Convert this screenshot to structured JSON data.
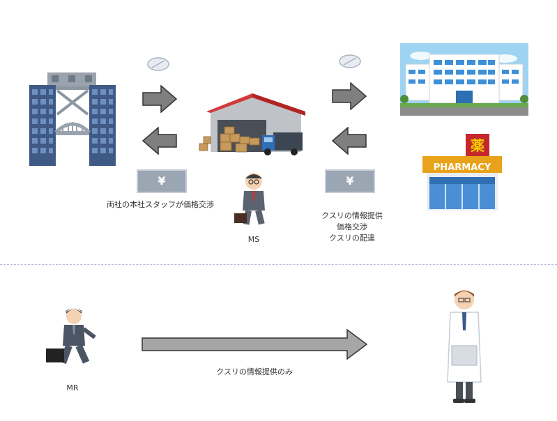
{
  "upper": {
    "manufacturer_note": "両社の本社スタッフが価格交渉",
    "ms_label": "MS",
    "services": [
      "クスリの情報提供",
      "価格交渉",
      "クスリの配達"
    ],
    "pharmacy_sign": "PHARMACY",
    "pharmacy_kanji": "薬",
    "yen_symbol": "¥"
  },
  "lower": {
    "mr_label": "MR",
    "arrow_label": "クスリの情報提供のみ"
  }
}
